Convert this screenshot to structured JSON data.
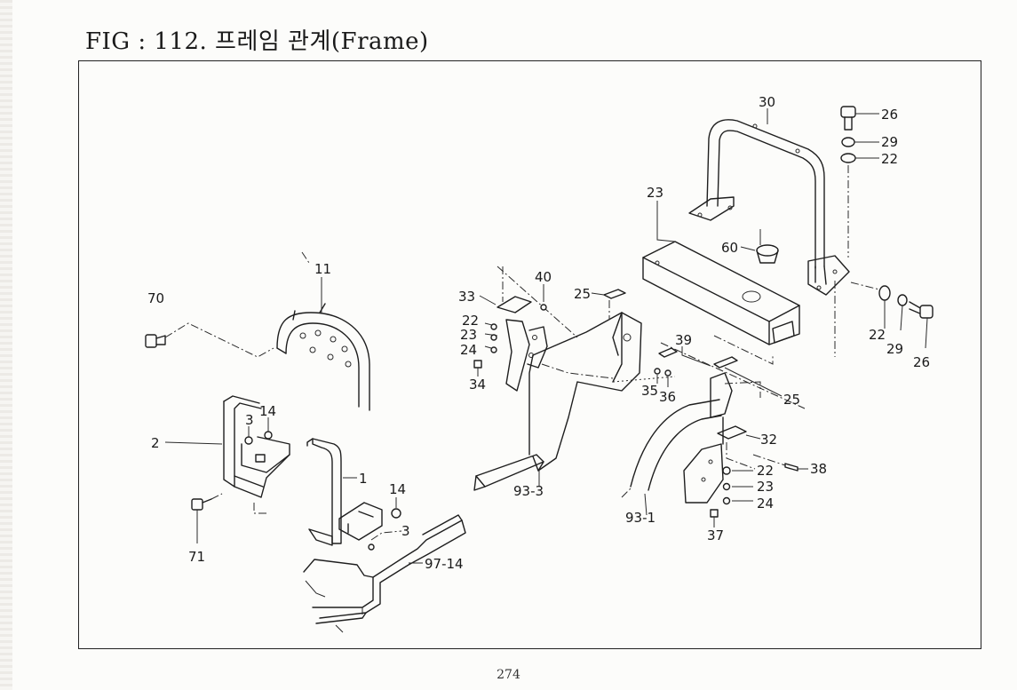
{
  "figure": {
    "title": "FIG : 112. 프레임 관계(Frame)",
    "page_number": "274"
  },
  "callouts": {
    "c70": "70",
    "c11": "11",
    "c2": "2",
    "c3a": "3",
    "c14a": "14",
    "c1": "1",
    "c14b": "14",
    "c3b": "3",
    "c71": "71",
    "c97_14": "97-14",
    "c33": "33",
    "c40": "40",
    "c25a": "25",
    "c22a": "22",
    "c23a": "23",
    "c24a": "24",
    "c34": "34",
    "c93_3": "93-3",
    "c30": "30",
    "c23b": "23",
    "c60": "60",
    "c26a": "26",
    "c29a": "29",
    "c22b": "22",
    "c39": "39",
    "c35": "35",
    "c36": "36",
    "c25b": "25",
    "c22c": "22",
    "c29b": "29",
    "c26b": "26",
    "c32": "32",
    "c22d": "22",
    "c38": "38",
    "c23c": "23",
    "c24b": "24",
    "c93_1": "93-1",
    "c37": "37"
  }
}
